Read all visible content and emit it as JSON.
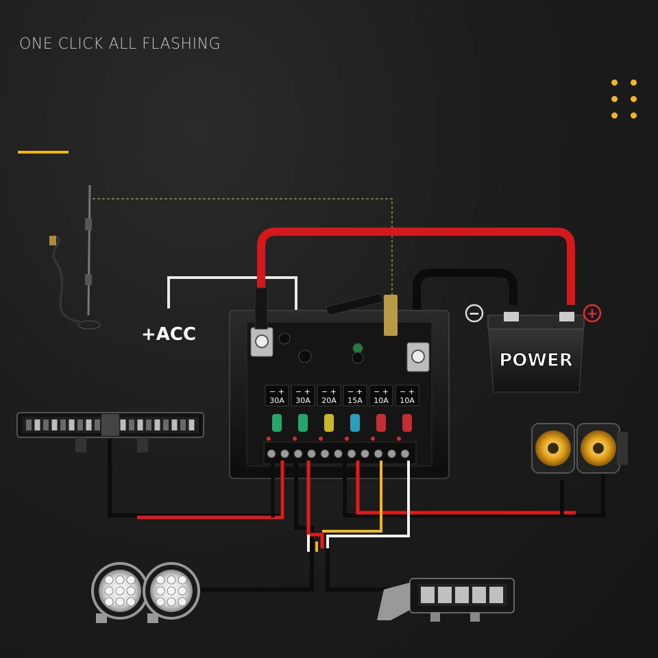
{
  "headline": "ONE CLICK ALL FLASHING",
  "colors": {
    "accent": "#f0b41c",
    "wire_red": "#e11a1a",
    "wire_black": "#111111",
    "wire_white": "#f2f2f2",
    "wire_yellow": "#f5b51c"
  },
  "acc_label": "+ACC",
  "battery": {
    "label": "POWER",
    "negative_symbol": "−",
    "positive_symbol": "+"
  },
  "fuse_box": {
    "polarity_label": "− +",
    "fuses": [
      {
        "rating": "30A",
        "color": "#27c07a"
      },
      {
        "rating": "30A",
        "color": "#27c07a"
      },
      {
        "rating": "20A",
        "color": "#e9d52a"
      },
      {
        "rating": "15A",
        "color": "#2fb6d8"
      },
      {
        "rating": "10A",
        "color": "#e0323a"
      },
      {
        "rating": "10A",
        "color": "#e0323a"
      }
    ]
  },
  "icons": [
    "antenna-icon",
    "battery-icon",
    "led-light-bar-icon",
    "yellow-pod-light-icon",
    "round-spot-light-icon",
    "slim-light-bar-icon"
  ]
}
